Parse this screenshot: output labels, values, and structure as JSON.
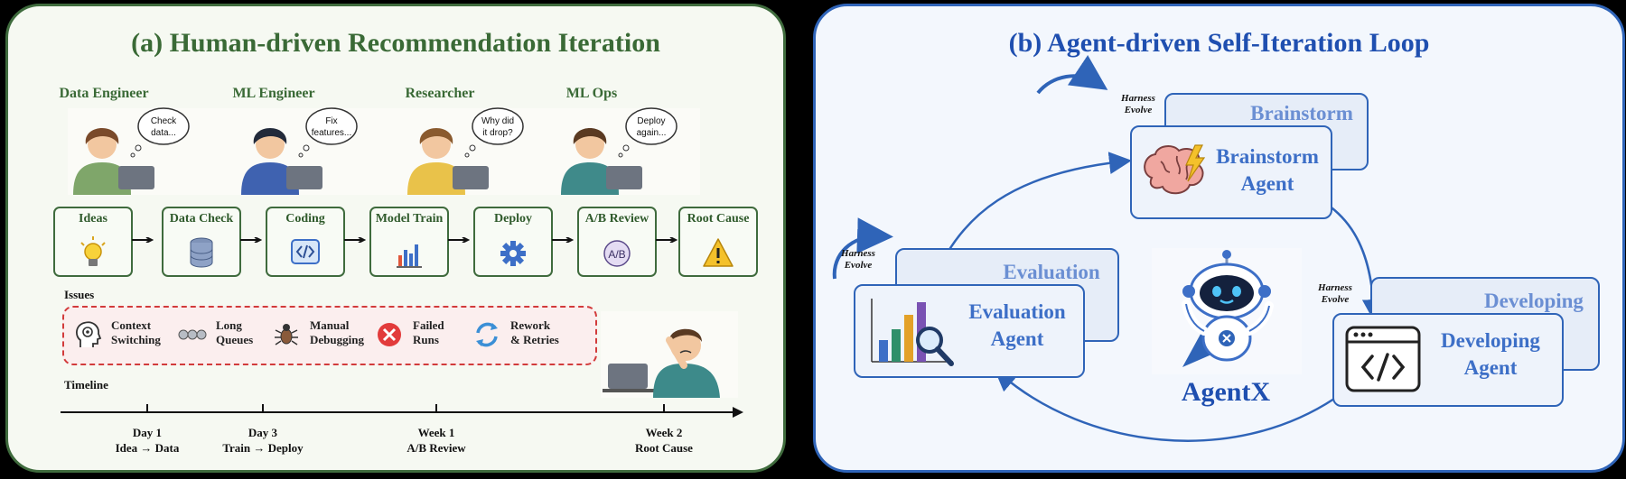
{
  "panel_a": {
    "title": "(a) Human-driven Recommendation Iteration",
    "roles": [
      {
        "name": "Data Engineer",
        "thought": [
          "Check",
          "data..."
        ],
        "hair": "#7a4a2a",
        "shirt": "#7fa66a"
      },
      {
        "name": "ML Engineer",
        "thought": [
          "Fix",
          "features..."
        ],
        "hair": "#222a3a",
        "shirt": "#3f62b0"
      },
      {
        "name": "Researcher",
        "thought": [
          "Why did",
          "it drop?"
        ],
        "hair": "#8a5a2e",
        "shirt": "#e9c24a"
      },
      {
        "name": "ML Ops",
        "thought": [
          "Deploy",
          "again..."
        ],
        "hair": "#5a3a22",
        "shirt": "#3f8a8a"
      }
    ],
    "steps": [
      "Ideas",
      "Data Check",
      "Coding",
      "Model Train",
      "Deploy",
      "A/B Review",
      "Root Cause"
    ],
    "issues_heading": "Issues",
    "issues": [
      {
        "line1": "Context",
        "line2": "Switching",
        "icon": "head-gears-icon"
      },
      {
        "line1": "Long",
        "line2": "Queues",
        "icon": "queue-icon"
      },
      {
        "line1": "Manual",
        "line2": "Debugging",
        "icon": "bug-icon"
      },
      {
        "line1": "Failed",
        "line2": "Runs",
        "icon": "error-icon"
      },
      {
        "line1": "Rework",
        "line2": "& Retries",
        "icon": "retry-icon"
      }
    ],
    "timeline_heading": "Timeline",
    "timeline": [
      {
        "top": "Day 1",
        "bottom": "Idea → Data"
      },
      {
        "top": "Day 3",
        "bottom": "Train → Deploy"
      },
      {
        "top": "Week 1",
        "bottom": "A/B Review"
      },
      {
        "top": "Week 2",
        "bottom": "Root Cause"
      }
    ],
    "accent": "#3f6b3d"
  },
  "panel_b": {
    "title": "(b) Agent-driven Self-Iteration Loop",
    "agents": {
      "brainstorm": [
        "Brainstorm",
        "Agent"
      ],
      "evaluation": [
        "Evaluation",
        "Agent"
      ],
      "developing": [
        "Developing",
        "Agent"
      ]
    },
    "harness": [
      "Harness",
      "Evolve"
    ],
    "center_label": "AgentX",
    "accent": "#2f64b8"
  }
}
